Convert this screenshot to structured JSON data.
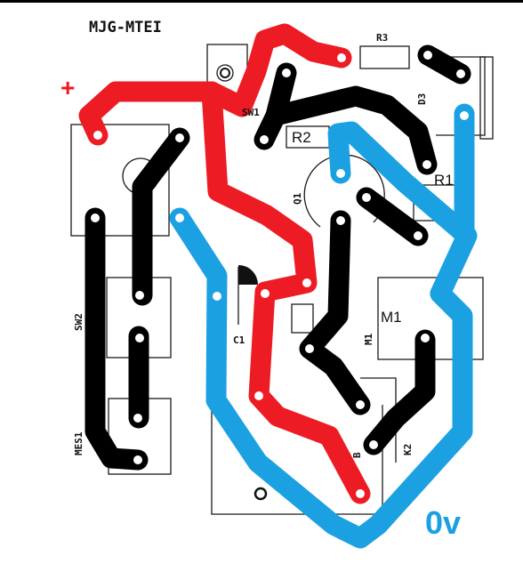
{
  "title": "MJG-MTEI",
  "labels": {
    "plus": "+",
    "zero_v": "0v",
    "r1": "R1",
    "r2": "R2",
    "r3": "R3",
    "d3": "D3",
    "sw1": "SW1",
    "sw2": "SW2",
    "q1": "Q1",
    "c1": "C1",
    "m1_big": "M1",
    "m1_small": "M1",
    "mes1": "MES1",
    "k2": "K2",
    "b": "B"
  },
  "colors": {
    "positive_track": "#ed1c24",
    "ground_track": "#1ba1e2",
    "signal_track": "#000000",
    "silkscreen": "#1a1a1a",
    "background": "#ffffff"
  }
}
